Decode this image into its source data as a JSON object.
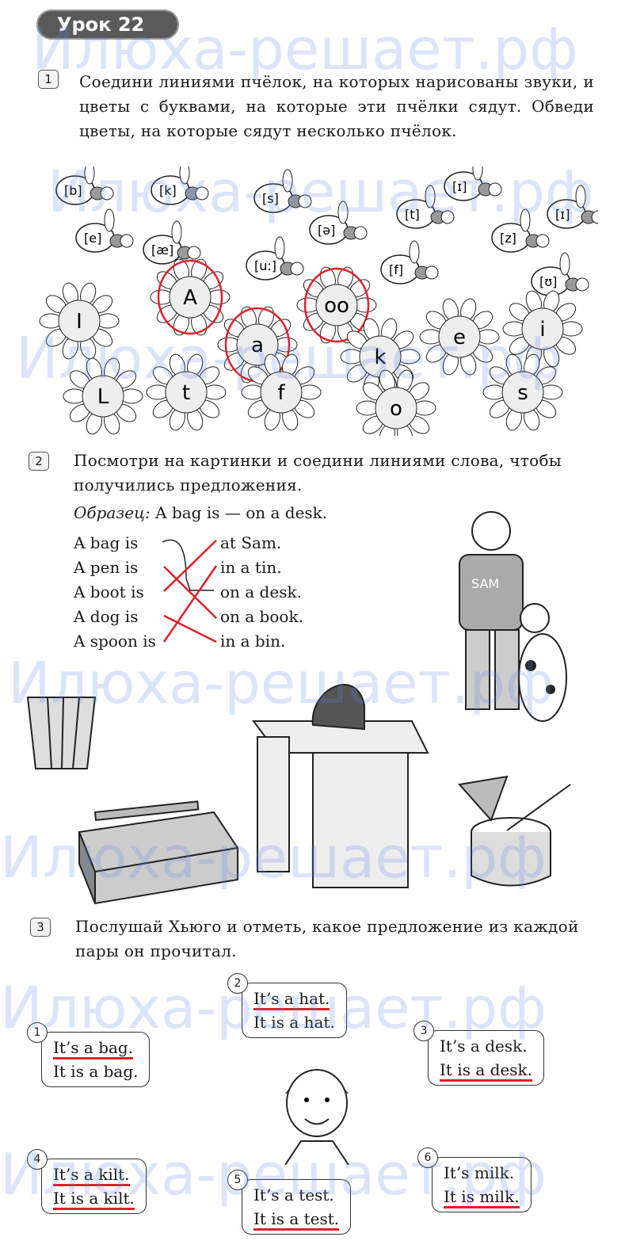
{
  "lesson": {
    "label": "Урок 22"
  },
  "watermark": "Илюха-решает.рф",
  "ex1": {
    "number": "1",
    "text": "Соедини линиями пчёлок, на которых нарисованы звуки, и цветы с буквами, на которые эти пчёлки сядут. Обведи цветы, на которые сядут несколько пчёлок.",
    "bees": [
      "[b]",
      "[k]",
      "[s]",
      "[ɪ]",
      "[e]",
      "[æ]",
      "[ə]",
      "[t]",
      "[u:]",
      "[f]",
      "[z]",
      "[ɪ]",
      "[ʊ]"
    ],
    "flowers": [
      "I",
      "A",
      "a",
      "oo",
      "k",
      "e",
      "i",
      "L",
      "t",
      "f",
      "o",
      "s"
    ],
    "circled": [
      "A",
      "a",
      "oo"
    ]
  },
  "ex2": {
    "number": "2",
    "text": "Посмотри на картинки и соедини линиями слова, чтобы получились предложения.",
    "sample_label": "Образец:",
    "sample": "A bag is — on a desk.",
    "left": [
      "A bag is",
      "A pen is",
      "A boot is",
      "A dog is",
      "A spoon is"
    ],
    "right": [
      "at Sam.",
      "in a tin.",
      "on a desk.",
      "on a book.",
      "in a bin."
    ],
    "shirt": "SAM"
  },
  "ex3": {
    "number": "3",
    "text": "Послушай Хьюго и отметь, какое предложение из каждой пары он прочитал.",
    "bubbles": [
      {
        "n": "1",
        "a": "It’s a bag.",
        "b": "It is a bag.",
        "mark": "a"
      },
      {
        "n": "2",
        "a": "It’s a hat.",
        "b": "It is a hat.",
        "mark": "a"
      },
      {
        "n": "3",
        "a": "It’s a desk.",
        "b": "It is a desk.",
        "mark": "b"
      },
      {
        "n": "4",
        "a": "It’s a kilt.",
        "b": "It is a kilt.",
        "mark": "both"
      },
      {
        "n": "5",
        "a": "It’s a test.",
        "b": "It is a test.",
        "mark": "b"
      },
      {
        "n": "6",
        "a": "It’s milk.",
        "b": "It is milk.",
        "mark": "b"
      }
    ]
  }
}
